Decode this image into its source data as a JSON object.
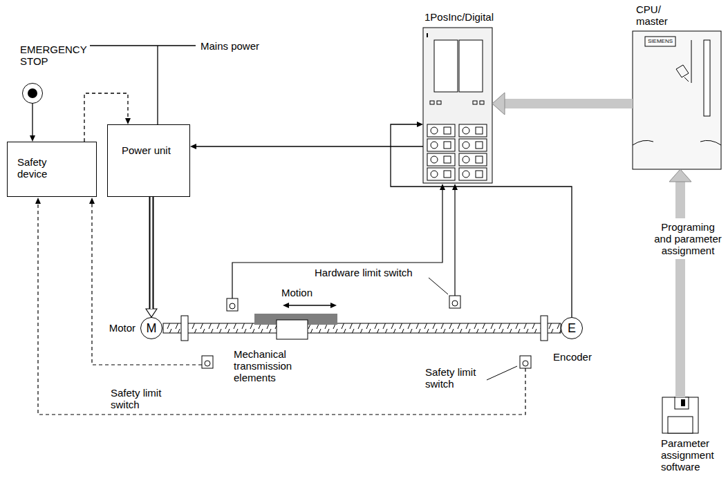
{
  "diagram": {
    "nodes": [
      {
        "text": [
          "EMERGENCY STOP"
        ]
      },
      {
        "text": [
          "Safety device"
        ]
      },
      {
        "text": [
          "Power unit"
        ]
      },
      {
        "text": [
          "1PosInc/Digital"
        ]
      },
      {
        "text": [
          "CPU/ master"
        ]
      },
      {
        "text": [
          "Motor",
          "M"
        ]
      },
      {
        "text": [
          "E",
          "Encoder"
        ]
      },
      {
        "text": [
          "Parameter assignment software"
        ]
      }
    ],
    "edges": [
      {
        "from": 0,
        "to": 1,
        "arrow": "to"
      },
      {
        "from": 1,
        "to": 2,
        "arrow": "to"
      },
      {
        "from": 2,
        "to": 5,
        "arrow": "to"
      },
      {
        "from": 3,
        "to": 2,
        "arrow": "to"
      },
      {
        "from": 6,
        "to": 3,
        "arrow": "to"
      },
      {
        "from": 4,
        "to": 3,
        "arrow": "to"
      },
      {
        "from": 7,
        "to": 4,
        "label": "Programing and parameter assignment",
        "arrow": "to"
      }
    ],
    "labels": [
      "Mains power",
      "Hardware limit switch",
      "Motion",
      "Mechanical transmission elements",
      "Safety limit switch",
      "Safety limit switch",
      "SIEMENS"
    ]
  }
}
